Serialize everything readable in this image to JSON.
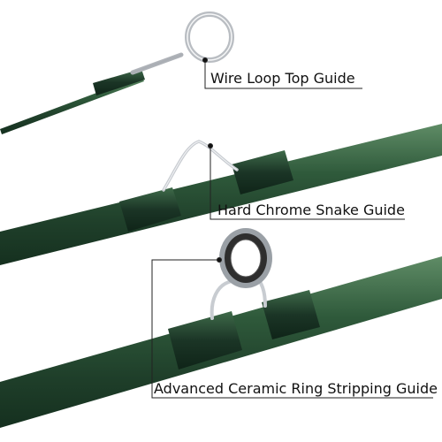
{
  "callouts": [
    {
      "label": "Wire Loop  Top Guide"
    },
    {
      "label": "Hard Chrome Snake Guide"
    },
    {
      "label": "Advanced Ceramic Ring Stripping Guide"
    }
  ],
  "colors": {
    "rod_green": "#24452f",
    "rod_highlight": "#4f7a58",
    "wrap": "#1b3526",
    "chrome": "#c9cdd2",
    "ceramic_ring": "#3a3a3a",
    "line": "#222222"
  }
}
